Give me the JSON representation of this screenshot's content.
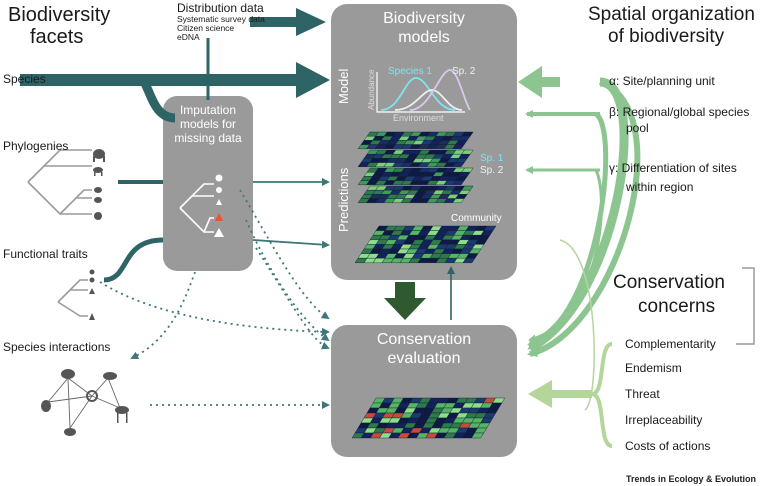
{
  "left": {
    "title_line1": "Biodiversity",
    "title_line2": "facets",
    "species": "Species",
    "phylogenies": "Phylogenies",
    "functional_traits": "Functional traits",
    "species_interactions": "Species interactions"
  },
  "distribution": {
    "title": "Distribution data",
    "items": [
      "Systematic survey data",
      "Citizen science",
      "eDNA"
    ]
  },
  "imputation": {
    "line1": "Imputation",
    "line2": "models for",
    "line3": "missing data"
  },
  "models": {
    "title_line1": "Biodiversity",
    "title_line2": "models",
    "side_model": "Model",
    "side_predictions": "Predictions",
    "species1": "Species 1",
    "species2": "Sp. 2",
    "axis_y": "Abundance",
    "axis_x": "Environment",
    "pred_sp1": "Sp. 1",
    "pred_sp2": "Sp. 2",
    "community": "Community"
  },
  "evaluation": {
    "title_line1": "Conservation",
    "title_line2": "evaluation"
  },
  "right": {
    "title_line1": "Spatial organization",
    "title_line2": "of biodiversity",
    "alpha": "α:  Site/planning unit",
    "beta_line1": "β:  Regional/global species",
    "beta_line2": "pool",
    "gamma_line1": "γ:  Differentiation of sites",
    "gamma_line2": "within region"
  },
  "concerns": {
    "title_line1": "Conservation",
    "title_line2": "concerns",
    "items": [
      "Complementarity",
      "Endemism",
      "Threat",
      "Irreplaceability",
      "Costs of actions"
    ]
  },
  "credit": "Trends in Ecology & Evolution",
  "colors": {
    "box_grey": "#9a9a9a",
    "teal_dark": "#2e6465",
    "teal_mid": "#3d7779",
    "green_dark": "#2f5a30",
    "green_light": "#8dc591",
    "green_pale": "#b3d69a",
    "cyan_text": "#7fe3f0",
    "lavender": "#d9c9ee",
    "red_marker": "#e8572a"
  }
}
